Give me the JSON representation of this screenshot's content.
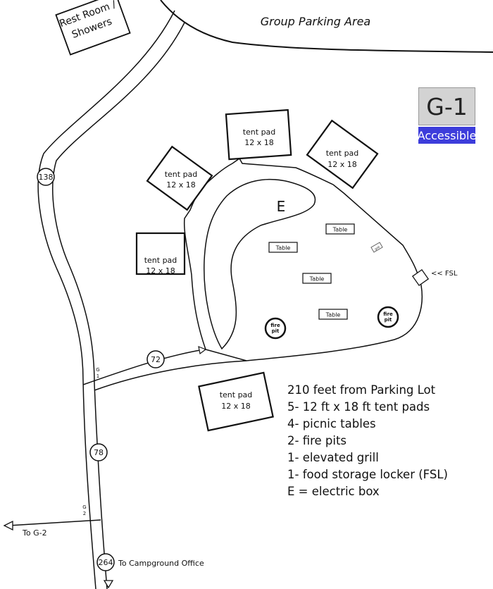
{
  "map": {
    "restroom_label_line1": "Rest Room /",
    "restroom_label_line2": "Showers",
    "group_parking_label": "Group Parking Area",
    "site_id": "G-1",
    "accessible_label": "Accessible",
    "tent_pad_label": "tent pad",
    "tent_pad_size": "12 x 18",
    "electric_box_label": "E",
    "table_label": "Table",
    "grill_label": "grill",
    "fire_pit_line1": "fire",
    "fire_pit_line2": "pit",
    "fsl_label": "<< FSL",
    "distance_markers": [
      "138",
      "72",
      "78",
      "264"
    ],
    "trail_g1_label_line1": "G",
    "trail_g1_label_line2": "1",
    "trail_g2_label_line1": "G",
    "trail_g2_label_line2": "2",
    "to_g2_label": "To G-2",
    "to_office_label": "To Campground Office"
  },
  "legend": {
    "items": [
      "210 feet from Parking Lot",
      "5- 12 ft x 18 ft tent pads",
      "4- picnic tables",
      "2- fire pits",
      "1- elevated grill",
      "1- food storage locker (FSL)",
      "E = electric box"
    ]
  },
  "colors": {
    "site_box_bg": "#d3d3d3",
    "accessible_bg": "#3d3ddb"
  }
}
